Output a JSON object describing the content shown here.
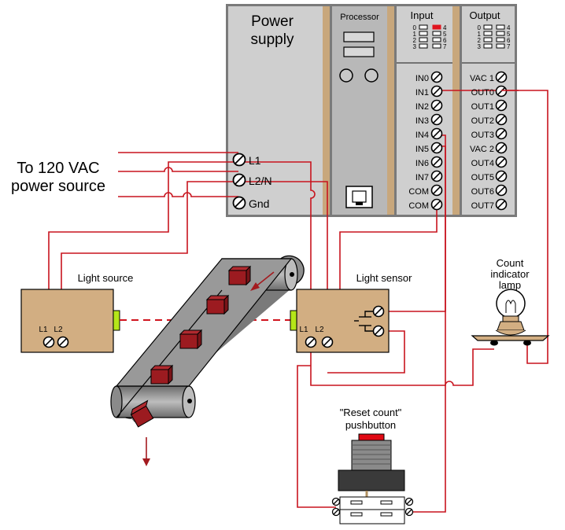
{
  "plc": {
    "power_supply": {
      "title_line1": "Power",
      "title_line2": "supply",
      "terminals": [
        "L1",
        "L2/N",
        "Gnd"
      ]
    },
    "processor": {
      "title": "Processor"
    },
    "input_card": {
      "title": "Input",
      "led_left": [
        "0",
        "1",
        "2",
        "3"
      ],
      "led_right": [
        "4",
        "5",
        "6",
        "7"
      ],
      "terminals": [
        "IN0",
        "IN1",
        "IN2",
        "IN3",
        "IN4",
        "IN5",
        "IN6",
        "IN7",
        "COM",
        "COM"
      ]
    },
    "output_card": {
      "title": "Output",
      "led_left": [
        "0",
        "1",
        "2",
        "3"
      ],
      "led_right": [
        "4",
        "5",
        "6",
        "7"
      ],
      "terminals": [
        "VAC 1",
        "OUT0",
        "OUT1",
        "OUT2",
        "OUT3",
        "VAC 2",
        "OUT4",
        "OUT5",
        "OUT6",
        "OUT7"
      ]
    }
  },
  "source_label_line1": "To 120 VAC",
  "source_label_line2": "power source",
  "light_source": {
    "title": "Light source",
    "terminal_l1": "L1",
    "terminal_l2": "L2"
  },
  "light_sensor": {
    "title": "Light sensor",
    "terminal_l1": "L1",
    "terminal_l2": "L2"
  },
  "lamp": {
    "line1": "Count",
    "line2": "indicator",
    "line3": "lamp"
  },
  "pushbutton": {
    "line1": "\"Reset count\"",
    "line2": "pushbutton"
  },
  "colors": {
    "wire": "#c8141e",
    "panel": "#cfcfcf",
    "divider": "#c8a77c",
    "box_tan": "#d2ae82",
    "block": "#9c1b20",
    "belt": "#8c8c8c",
    "led_on": "#e0141e"
  }
}
